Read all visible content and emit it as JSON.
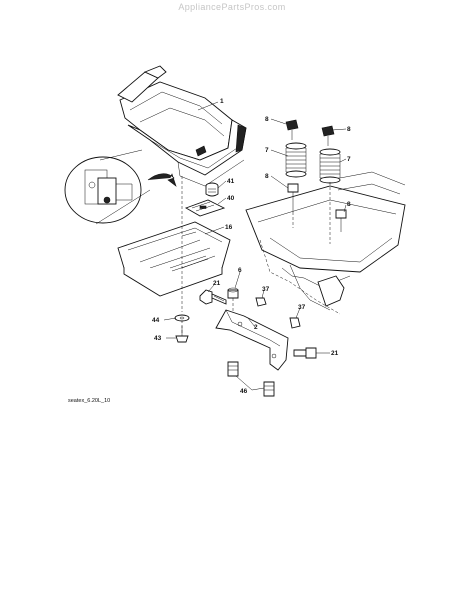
{
  "watermark": "AppliancePartsPros.com",
  "drawing_code": "seatex_6.20L_10",
  "callouts": [
    {
      "id": "seat",
      "label": "1"
    },
    {
      "id": "bolt-top-left",
      "label": "8"
    },
    {
      "id": "bolt-top-right",
      "label": "8"
    },
    {
      "id": "spring-left",
      "label": "7"
    },
    {
      "id": "spring-right",
      "label": "7"
    },
    {
      "id": "bolt-lower-left",
      "label": "8"
    },
    {
      "id": "bolt-lower-right",
      "label": "8"
    },
    {
      "id": "knob",
      "label": "41"
    },
    {
      "id": "slide-bracket",
      "label": "40"
    },
    {
      "id": "seat-pan",
      "label": "16"
    },
    {
      "id": "nut-6",
      "label": "6"
    },
    {
      "id": "bolt-21-left",
      "label": "21"
    },
    {
      "id": "nut-37-top",
      "label": "37"
    },
    {
      "id": "nut-37-right",
      "label": "37"
    },
    {
      "id": "bracket",
      "label": "2"
    },
    {
      "id": "bolt-21-right",
      "label": "21"
    },
    {
      "id": "washer-44",
      "label": "44"
    },
    {
      "id": "screw-43",
      "label": "43"
    },
    {
      "id": "bolt-46",
      "label": "46"
    }
  ]
}
